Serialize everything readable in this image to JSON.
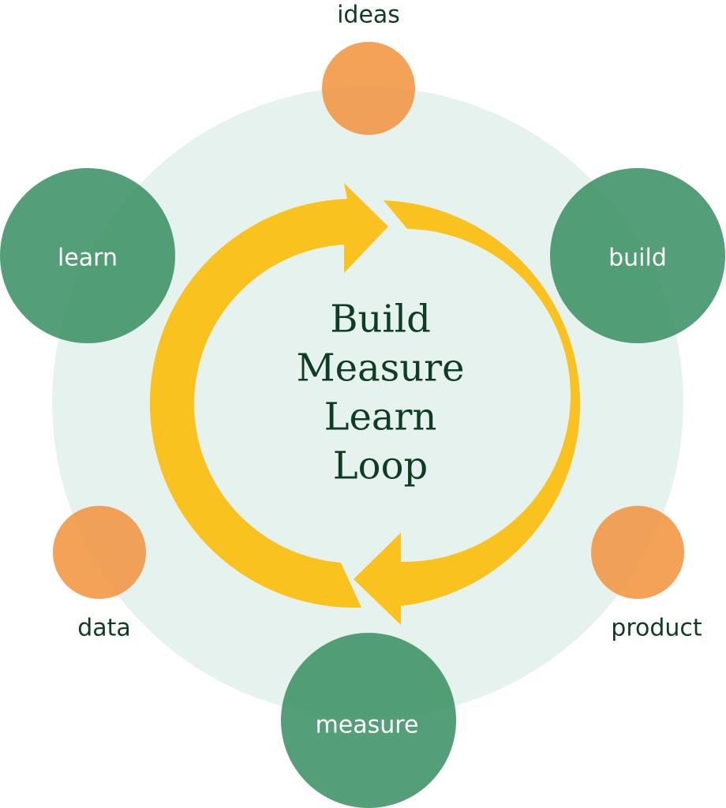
{
  "center": {
    "lines": [
      "Build",
      "Measure",
      "Learn",
      "Loop"
    ]
  },
  "nodes": {
    "build": "build",
    "measure": "measure",
    "learn": "learn"
  },
  "outputs": {
    "ideas": "ideas",
    "product": "product",
    "data": "data"
  },
  "colors": {
    "background_ring": "#e6f2ed",
    "node_green": "#2e8a5c",
    "output_orange": "#f29a4a",
    "arrow_yellow": "#f9c21e",
    "text_dark": "#0f3d24",
    "text_light": "#ffffff"
  }
}
